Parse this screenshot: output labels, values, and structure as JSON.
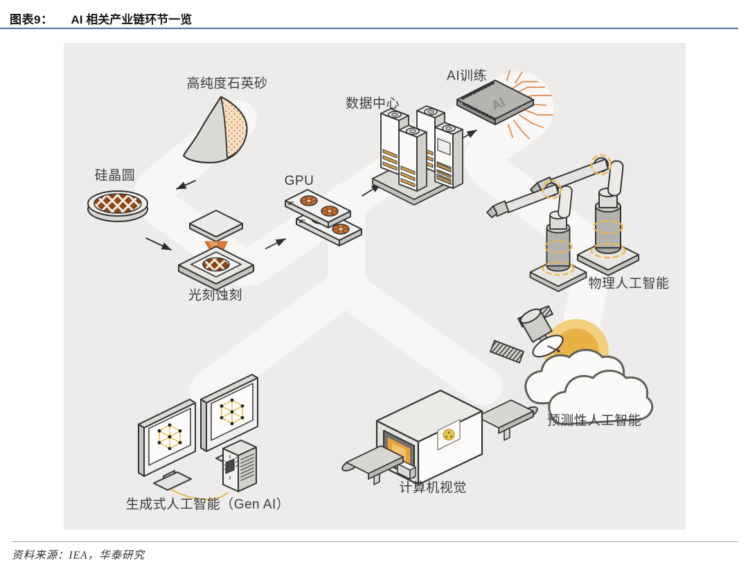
{
  "header": {
    "figure_label": "图表9：",
    "title": "AI 相关产业链环节一览"
  },
  "footer": {
    "source_label": "资料来源：",
    "source": "IEA，华泰研究"
  },
  "diagram": {
    "chip_text": "AI",
    "nodes": {
      "quartz_sand": {
        "label": "高纯度石英砂"
      },
      "silicon_wafer": {
        "label": "硅晶圆"
      },
      "lithography": {
        "label": "光刻蚀刻"
      },
      "gpu": {
        "label": "GPU"
      },
      "data_center": {
        "label": "数据中心"
      },
      "ai_training": {
        "label": "AI训练"
      },
      "physical_ai": {
        "label": "物理人工智能"
      },
      "predictive_ai": {
        "label": "预测性人工智能"
      },
      "computer_vision": {
        "label": "计算机视觉"
      },
      "gen_ai": {
        "label": "生成式人工智能（Gen AI）"
      }
    },
    "colors": {
      "figure_bg": "#edeceb",
      "road_white": "#f8f7f5",
      "accent_orange": "#d97a3d",
      "sun_orange": "#e9b045",
      "wire_yellow": "#e2bc4e",
      "rule_blue": "#46719c"
    }
  }
}
